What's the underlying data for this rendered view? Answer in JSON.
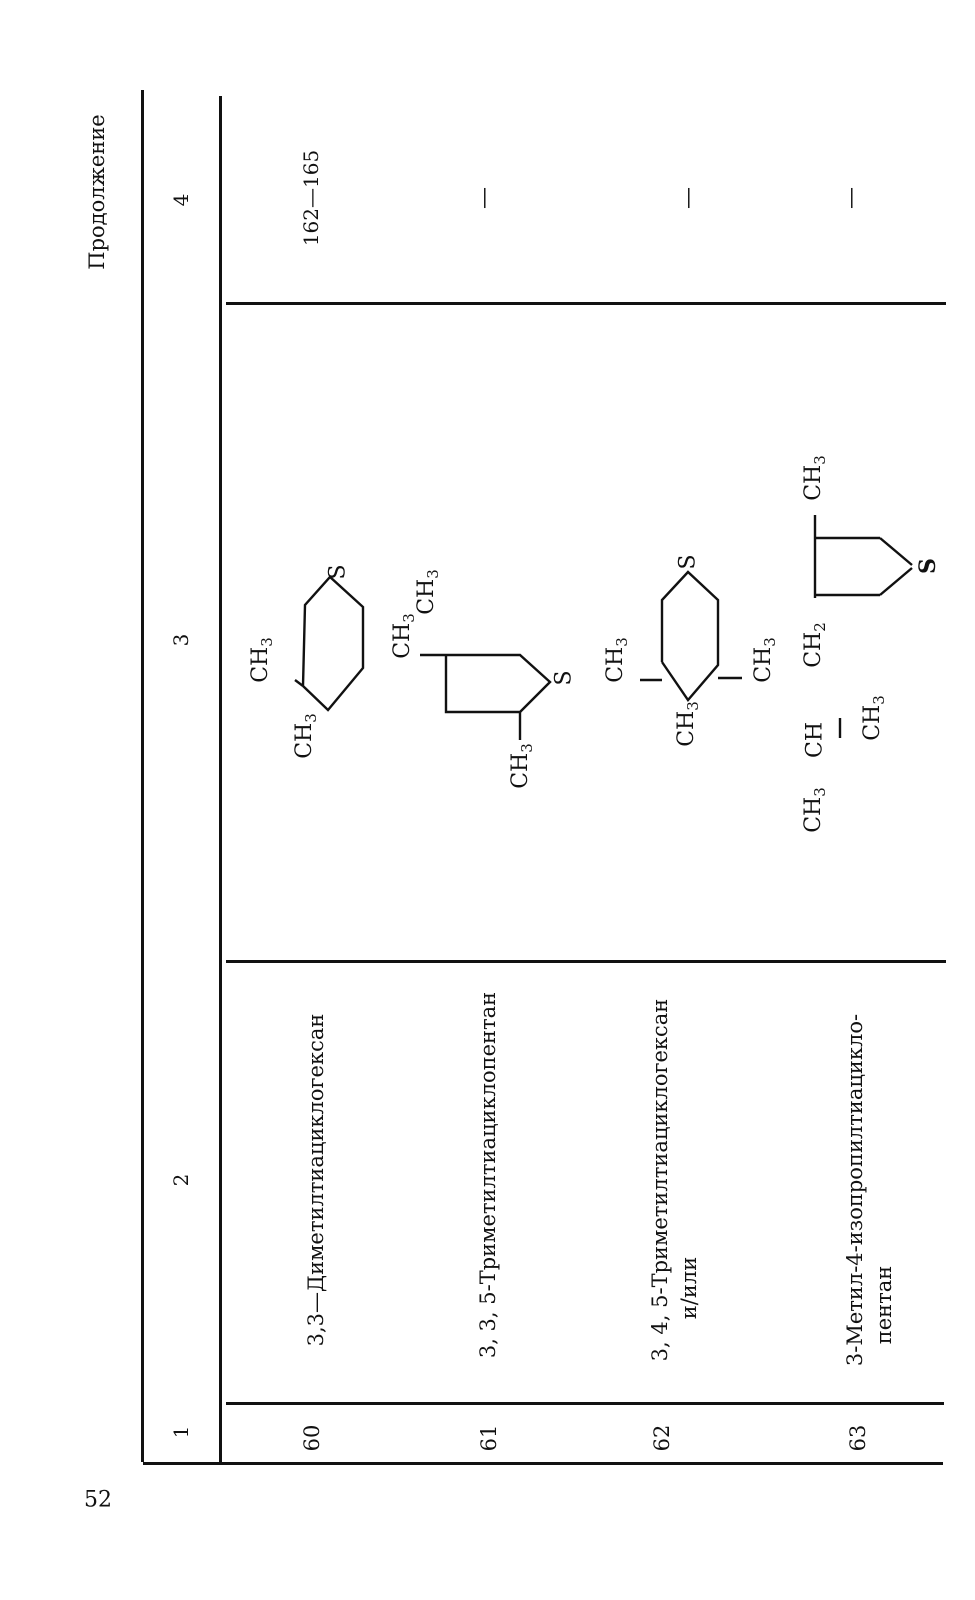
{
  "page": {
    "number": "52",
    "continuation_label": "Продолжение"
  },
  "columns": [
    "1",
    "2",
    "3",
    "4"
  ],
  "rows": [
    {
      "num": "60",
      "name": "3,3—Диметилтиациклогексан",
      "value": "162—165"
    },
    {
      "num": "61",
      "name": "3,  3,  5-Триметилтиациклопентан",
      "value": "—"
    },
    {
      "num": "62",
      "name_line1": "3,  4,  5-Триметилтиациклогексан",
      "name_line2": "и/или",
      "value": "—"
    },
    {
      "num": "63",
      "name_line1": "3-Метил-4-изопропилтиацикло-",
      "name_line2": "пентан",
      "value": "—"
    }
  ],
  "formula_labels": {
    "s": "S",
    "ch3": "CH",
    "sub3": "3",
    "ch2": "CH",
    "sub2": "2",
    "ch": "CH"
  }
}
